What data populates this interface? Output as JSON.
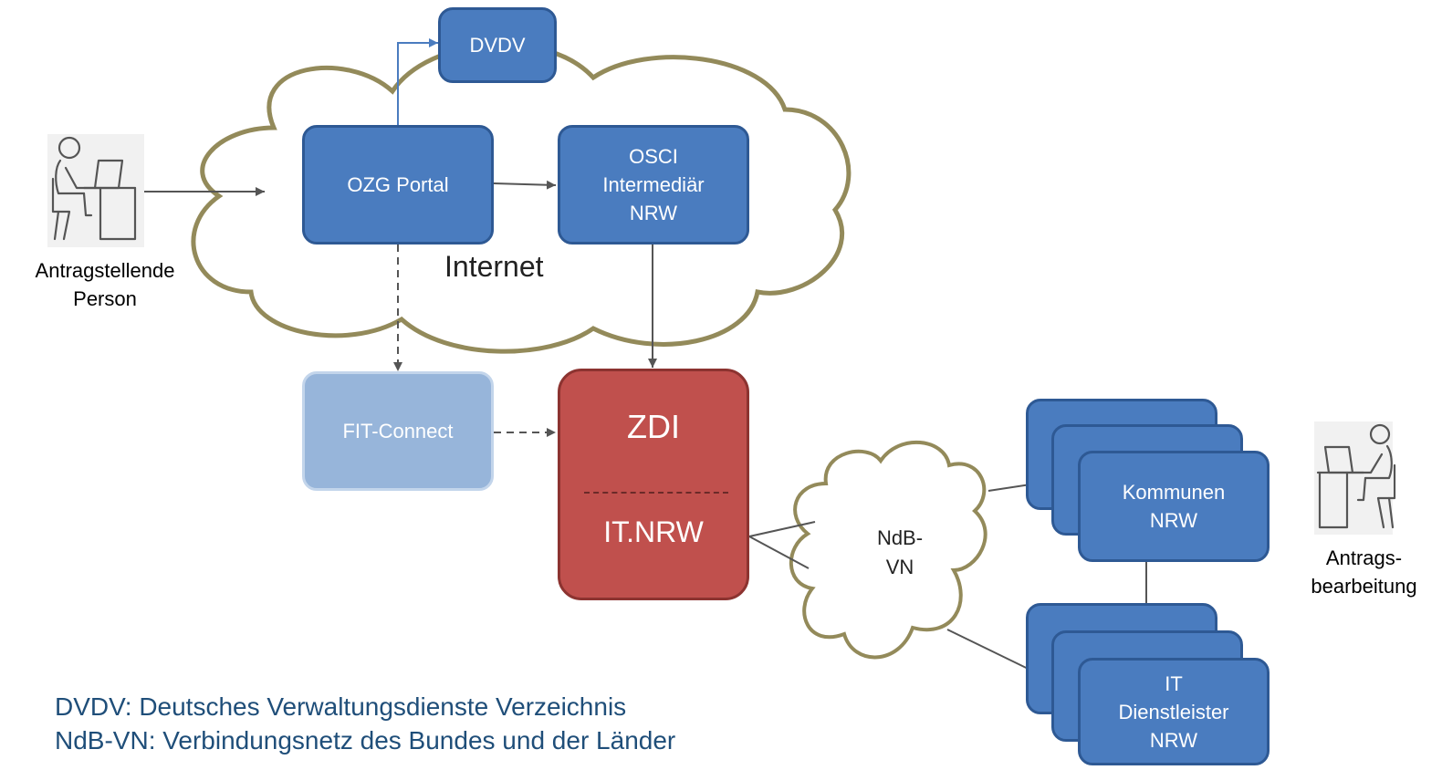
{
  "nodes": {
    "dvdv": "DVDV",
    "ozg_portal": "OZG Portal",
    "osci": "OSCI\nIntermediär\nNRW",
    "fit_connect": "FIT-Connect",
    "zdi_top": "ZDI",
    "zdi_bottom": "IT.NRW",
    "kommunen": "Kommunen\nNRW",
    "it_dienstleister": "IT\nDienstleister\nNRW"
  },
  "clouds": {
    "internet": "Internet",
    "ndb_vn": "NdB-\nVN"
  },
  "actors": {
    "applicant": "Antragstellende\nPerson",
    "processing": "Antrags-\nbearbeitung"
  },
  "legend": [
    "DVDV: Deutsches Verwaltungsdienste Verzeichnis",
    "NdB-VN: Verbindungsnetz des Bundes und der Länder"
  ],
  "colors": {
    "node_fill": "#4a7cbf",
    "node_border": "#2e5994",
    "fit_fill": "#97b5da",
    "zdi_fill": "#c0504d",
    "cloud_stroke": "#938a5a",
    "legend_text": "#1f4e79"
  }
}
